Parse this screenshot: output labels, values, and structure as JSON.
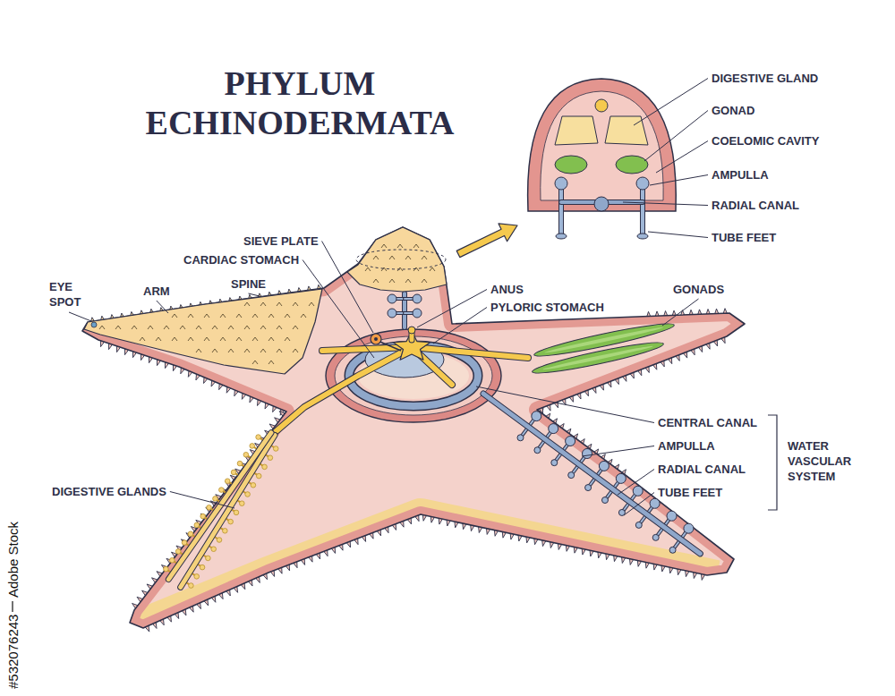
{
  "diagram": {
    "title": "PHYLUM ECHINODERMATA",
    "labels": [
      "DIGESTIVE GLAND",
      "GONAD",
      "COELOMIC CAVITY",
      "AMPULLA",
      "RADIAL CANAL",
      "TUBE FEET",
      "SIEVE PLATE",
      "CARDIAC STOMACH",
      "EYE SPOT",
      "ARM",
      "SPINE",
      "ANUS",
      "PYLORIC STOMACH",
      "GONADS",
      "CENTRAL CANAL",
      "AMPULLA",
      "RADIAL CANAL",
      "TUBE FEET",
      "WATER VASCULAR SYSTEM",
      "DIGESTIVE GLANDS",
      "Adobe Stock",
      "#532076243"
    ]
  }
}
